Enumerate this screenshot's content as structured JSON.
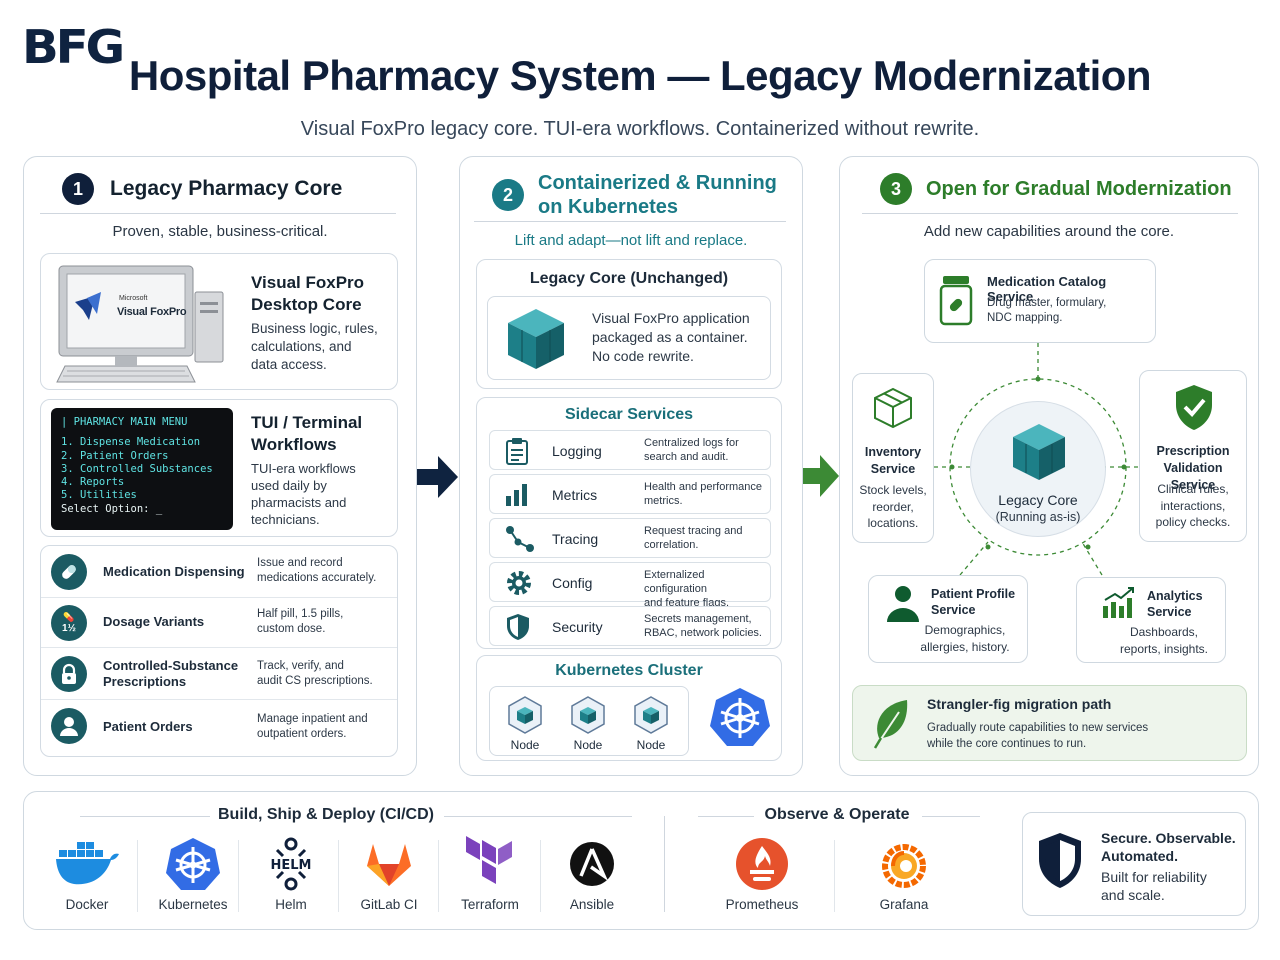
{
  "header": {
    "logo": "BFG",
    "title": "Hospital Pharmacy System — Legacy Modernization",
    "subtitle": "Visual FoxPro legacy core. TUI-era workflows. Containerized without rewrite."
  },
  "panel1": {
    "number": "1",
    "title": "Legacy Pharmacy Core",
    "subtitle": "Proven, stable, business-critical.",
    "vfp": {
      "screen_small": "Microsoft",
      "screen_big": "Visual FoxPro",
      "title_line1": "Visual FoxPro",
      "title_line2": "Desktop Core",
      "desc_lines": [
        "Business logic, rules,",
        "calculations, and",
        "data access."
      ]
    },
    "tui": {
      "terminal_lines": [
        "| PHARMACY MAIN MENU",
        "1. Dispense Medication",
        "2. Patient Orders",
        "3. Controlled Substances",
        "4. Reports",
        "5. Utilities",
        " Select Option: _"
      ],
      "title_line1": "TUI / Terminal",
      "title_line2": "Workflows",
      "desc_lines": [
        "TUI-era workflows",
        "used daily by",
        "pharmacists and",
        "technicians."
      ]
    },
    "features": [
      {
        "label_lines": [
          "Medication Dispensing"
        ],
        "desc_lines": [
          "Issue and record",
          "medications accurately."
        ],
        "icon": "pill-icon"
      },
      {
        "label_lines": [
          "Dosage Variants"
        ],
        "desc_lines": [
          "Half pill, 1.5 pills,",
          "custom dose."
        ],
        "icon": "dosage-icon",
        "icon_text": "1½"
      },
      {
        "label_lines": [
          "Controlled-Substance",
          "Prescriptions"
        ],
        "desc_lines": [
          "Track, verify, and",
          "audit CS prescriptions."
        ],
        "icon": "lock-icon"
      },
      {
        "label_lines": [
          "Patient Orders"
        ],
        "desc_lines": [
          "Manage inpatient and",
          "outpatient orders."
        ],
        "icon": "user-icon"
      }
    ]
  },
  "panel2": {
    "number": "2",
    "title_line1": "Containerized & Running",
    "title_line2": "on Kubernetes",
    "subtitle": "Lift and adapt—not lift and replace.",
    "core": {
      "title": "Legacy Core (Unchanged)",
      "desc_lines": [
        "Visual FoxPro application",
        "packaged as a container.",
        "No code rewrite."
      ]
    },
    "sidecar": {
      "title": "Sidecar Services",
      "items": [
        {
          "label": "Logging",
          "desc_lines": [
            "Centralized logs for",
            "search and audit."
          ],
          "icon": "clipboard-icon"
        },
        {
          "label": "Metrics",
          "desc_lines": [
            "Health and performance",
            "metrics."
          ],
          "icon": "bar-chart-icon"
        },
        {
          "label": "Tracing",
          "desc_lines": [
            "Request tracing and",
            "correlation."
          ],
          "icon": "trace-icon"
        },
        {
          "label": "Config",
          "desc_lines": [
            "Externalized configuration",
            "and feature flags."
          ],
          "icon": "gear-icon"
        },
        {
          "label": "Security",
          "desc_lines": [
            "Secrets management,",
            "RBAC, network policies."
          ],
          "icon": "shield-icon"
        }
      ]
    },
    "cluster": {
      "title": "Kubernetes Cluster",
      "nodes": [
        "Node",
        "Node",
        "Node"
      ]
    }
  },
  "panel3": {
    "number": "3",
    "title": "Open for Gradual Modernization",
    "subtitle": "Add new capabilities around the core.",
    "center": {
      "title": "Legacy Core",
      "subtitle": "(Running as-is)"
    },
    "catalog": {
      "title": "Medication Catalog Service",
      "desc_lines": [
        "Drug master, formulary,",
        "NDC mapping."
      ]
    },
    "inventory": {
      "title_lines": [
        "Inventory",
        "Service"
      ],
      "desc_lines": [
        "Stock levels,",
        "reorder,",
        "locations."
      ]
    },
    "prescription": {
      "title_lines": [
        "Prescription",
        "Validation Service"
      ],
      "desc_lines": [
        "Clinical rules,",
        "interactions,",
        "policy checks."
      ]
    },
    "patient": {
      "title_lines": [
        "Patient Profile",
        "Service"
      ],
      "desc_lines": [
        "Demographics,",
        "allergies, history."
      ]
    },
    "analytics": {
      "title_lines": [
        "Analytics",
        "Service"
      ],
      "desc_lines": [
        "Dashboards,",
        "reports, insights."
      ]
    },
    "strangler": {
      "title": "Strangler-fig migration path",
      "desc_lines": [
        "Gradually route capabilities to new services",
        "while the core continues to run."
      ]
    }
  },
  "bottom": {
    "build_title": "Build, Ship & Deploy (CI/CD)",
    "observe_title": "Observe & Operate",
    "tools": [
      "Docker",
      "Kubernetes",
      "Helm",
      "GitLab CI",
      "Terraform",
      "Ansible"
    ],
    "observe_tools": [
      "Prometheus",
      "Grafana"
    ],
    "helm_text": "HELM",
    "secure": {
      "title_lines": [
        "Secure. Observable.",
        "Automated."
      ],
      "desc_lines": [
        "Built for reliability",
        "and scale."
      ]
    }
  },
  "colors": {
    "navy": "#0f1f3a",
    "teal": "#1a7a86",
    "green": "#2d7d2a",
    "k8s": "#326ce5"
  }
}
